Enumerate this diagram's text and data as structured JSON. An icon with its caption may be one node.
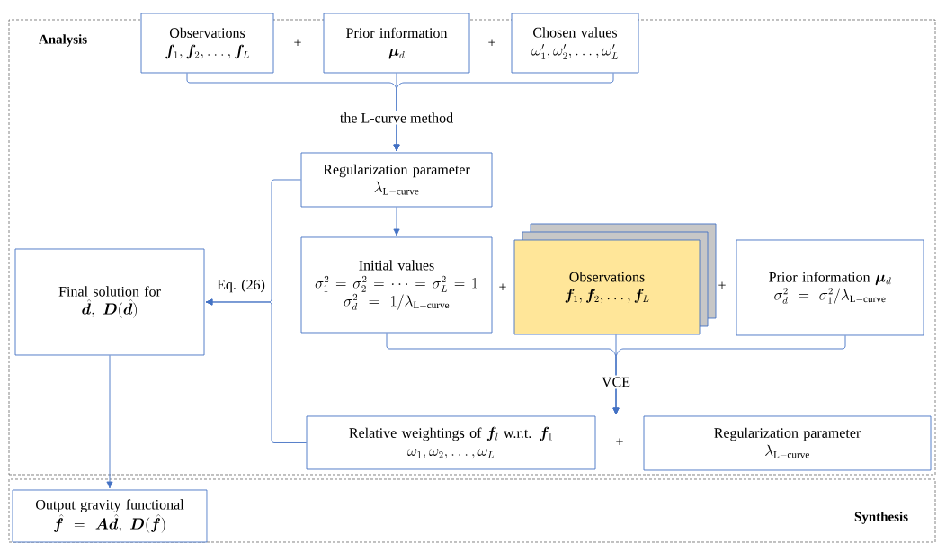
{
  "diagram": {
    "nodes": [
      {
        "text": [
          "Analysis"
        ]
      },
      {
        "text": [
          "Synthesis"
        ]
      },
      {
        "text": [
          "Observations",
          "\\boldsymbol{f}_1, \\boldsymbol{f}_2, \\ldots, \\boldsymbol{f}_L"
        ],
        "in": 0
      },
      {
        "text": [
          "Prior information",
          "\\boldsymbol{\\mu}_d"
        ],
        "in": 0
      },
      {
        "text": [
          "Chosen values",
          "\\omega_1', \\omega_2', \\ldots, \\omega_L'"
        ],
        "in": 0
      },
      {
        "text": [
          "Regularization parameter",
          "\\lambda_{\\mathrm{L-curve}}"
        ],
        "in": 0
      },
      {
        "text": [
          "Initial values",
          "\\sigma_1^2 = \\sigma_2^2 = \\cdots = \\sigma_L^2 = 1",
          "\\sigma_d^2 = 1/\\lambda_{\\mathrm{L-curve}}"
        ],
        "in": 0
      },
      {
        "text": [
          "Observations",
          "\\boldsymbol{f}_1, \\boldsymbol{f}_2, \\ldots, \\boldsymbol{f}_L"
        ],
        "in": 0
      },
      {
        "text": [
          "\\text{Prior information } \\boldsymbol{\\mu}_d",
          "\\sigma_d^2 = \\sigma_1^2/\\lambda_{\\mathrm{L-curve}}"
        ],
        "in": 0
      },
      {
        "text": [
          "Final solution for",
          "\\hat{\\boldsymbol{d}},\\ \\boldsymbol{D}(\\hat{\\boldsymbol{d}})"
        ],
        "in": 0
      },
      {
        "text": [
          "\\text{Relative weightings of } \\boldsymbol{f}_l \\text{ w.r.t. } \\boldsymbol{f}_1",
          "\\omega_1, \\omega_2, \\ldots, \\omega_L"
        ],
        "in": 0
      },
      {
        "text": [
          "Regularization parameter",
          "\\lambda_{\\mathrm{L-curve}}"
        ],
        "in": 0
      },
      {
        "text": [
          "Output gravity functional",
          "\\hat{\\boldsymbol{f}} = \\boldsymbol{A}\\hat{\\boldsymbol{d}},\\ \\boldsymbol{D}(\\hat{\\boldsymbol{f}})"
        ],
        "in": 1
      }
    ],
    "edges": [
      {
        "from": 2,
        "to": 5,
        "arrow": "to"
      },
      {
        "from": 3,
        "to": 5,
        "arrow": "to",
        "label": "the L-curve method"
      },
      {
        "from": 4,
        "to": 5,
        "arrow": "to"
      },
      {
        "from": 5,
        "to": 6,
        "arrow": "to"
      },
      {
        "from": 6,
        "to": 10,
        "arrow": "to"
      },
      {
        "from": 7,
        "to": 10,
        "arrow": "to",
        "label": "VCE"
      },
      {
        "from": 8,
        "to": 10,
        "arrow": "to"
      },
      {
        "from": 5,
        "to": 9,
        "arrow": "to",
        "label": "Eq. (26)"
      },
      {
        "from": 10,
        "to": 9,
        "arrow": "to"
      },
      {
        "from": 9,
        "to": 12,
        "arrow": "to"
      }
    ],
    "labels": [
      "+",
      "+",
      "+",
      "+",
      "+"
    ]
  }
}
